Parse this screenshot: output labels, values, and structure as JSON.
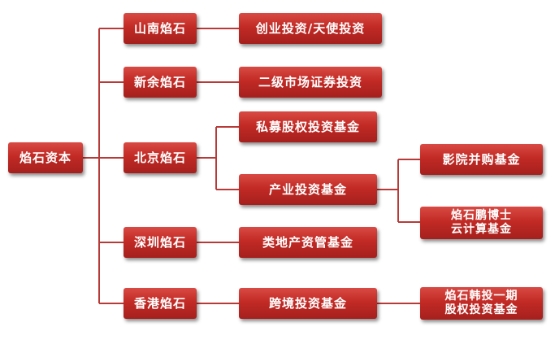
{
  "root": {
    "label": "焰石资本"
  },
  "branches": [
    {
      "label": "山南焰石"
    },
    {
      "label": "新余焰石"
    },
    {
      "label": "北京焰石"
    },
    {
      "label": "深圳焰石"
    },
    {
      "label": "香港焰石"
    }
  ],
  "funds": [
    {
      "label": "创业投资/天使投资"
    },
    {
      "label": "二级市场证券投资"
    },
    {
      "label": "私募股权投资基金"
    },
    {
      "label": "产业投资基金"
    },
    {
      "label": "类地产资管基金"
    },
    {
      "label": "跨境投资基金"
    }
  ],
  "sub_funds": [
    {
      "label": "影院并购基金"
    },
    {
      "line1": "焰石鹏博士",
      "line2": "云计算基金"
    },
    {
      "line1": "焰石韩投一期",
      "line2": "股权投资基金"
    }
  ],
  "colors": {
    "box_fill": "#c22a25",
    "connector": "#b83a38",
    "text": "#ffffff"
  }
}
